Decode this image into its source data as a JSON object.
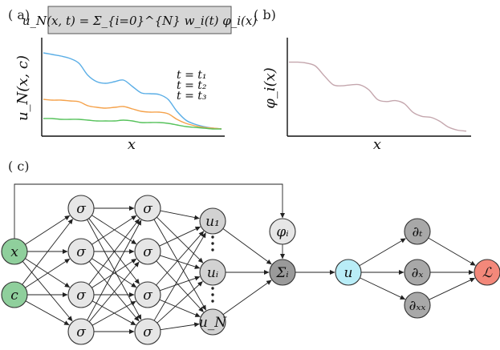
{
  "panels": {
    "a": {
      "label": "( a)",
      "formula": "u_N(x, t) = Σ_{i=0}^{N} w_i(t) φ_i(x)",
      "ylabel": "u_N(x, c)",
      "xlabel": "x",
      "legend": [
        {
          "text": "t = t₁",
          "color": "#5aaee6"
        },
        {
          "text": "t = t₂",
          "color": "#f5a24b"
        },
        {
          "text": "t = t₃",
          "color": "#56c25b"
        }
      ]
    },
    "b": {
      "label": "( b)",
      "ylabel": "φ_i(x)",
      "xlabel": "x",
      "curve_color": "#c4a6ad"
    },
    "c": {
      "label": "( c)"
    }
  },
  "chart_data": [
    {
      "type": "line",
      "xlabel": "x",
      "ylabel": "u_N(x, c)",
      "x": [
        0.0,
        0.05,
        0.1,
        0.15,
        0.2,
        0.25,
        0.3,
        0.35,
        0.4,
        0.45,
        0.5,
        0.55,
        0.6,
        0.65,
        0.7,
        0.75,
        0.8,
        0.85,
        0.9,
        0.95,
        1.0
      ],
      "series": [
        {
          "name": "t = t₁",
          "values": [
            1.0,
            0.98,
            0.96,
            0.93,
            0.87,
            0.72,
            0.64,
            0.62,
            0.64,
            0.66,
            0.58,
            0.5,
            0.49,
            0.48,
            0.42,
            0.27,
            0.16,
            0.11,
            0.08,
            0.06,
            0.05
          ]
        },
        {
          "name": "t = t₂",
          "values": [
            0.42,
            0.41,
            0.41,
            0.4,
            0.39,
            0.34,
            0.32,
            0.31,
            0.32,
            0.33,
            0.3,
            0.27,
            0.26,
            0.26,
            0.24,
            0.17,
            0.12,
            0.09,
            0.07,
            0.06,
            0.05
          ]
        },
        {
          "name": "t = t₃",
          "values": [
            0.18,
            0.18,
            0.17,
            0.17,
            0.17,
            0.16,
            0.15,
            0.15,
            0.15,
            0.16,
            0.15,
            0.13,
            0.13,
            0.13,
            0.12,
            0.1,
            0.08,
            0.07,
            0.06,
            0.05,
            0.05
          ]
        }
      ]
    },
    {
      "type": "line",
      "xlabel": "x",
      "ylabel": "φ_i(x)",
      "x": [
        0.0,
        0.05,
        0.1,
        0.15,
        0.2,
        0.25,
        0.3,
        0.35,
        0.4,
        0.45,
        0.5,
        0.55,
        0.6,
        0.65,
        0.7,
        0.75,
        0.8,
        0.85,
        0.9,
        0.95,
        1.0
      ],
      "series": [
        {
          "values": [
            0.8,
            0.8,
            0.79,
            0.76,
            0.66,
            0.57,
            0.56,
            0.57,
            0.57,
            0.52,
            0.42,
            0.4,
            0.41,
            0.38,
            0.29,
            0.25,
            0.24,
            0.2,
            0.14,
            0.11,
            0.1
          ]
        }
      ]
    }
  ],
  "network": {
    "inputs": [
      {
        "name": "x",
        "label": "x",
        "color": "#8fcf9c"
      },
      {
        "name": "c",
        "label": "c",
        "color": "#8fcf9c"
      }
    ],
    "hidden_label": "σ",
    "hidden_color": "#e6e6e6",
    "outputs": [
      "u₁",
      "uᵢ",
      "u_N"
    ],
    "output_color": "#d2d2d2",
    "basis_label": "φᵢ",
    "basis_color": "#e6e6e6",
    "sum_label": "Σᵢ",
    "sum_color": "#9a9a9a",
    "u_label": "u",
    "u_color": "#b9edf7",
    "derivatives": [
      "∂ₜ",
      "∂ₓ",
      "∂ₓₓ"
    ],
    "derivative_color": "#a8a8a8",
    "loss_label": "ℒ",
    "loss_color": "#f3887a"
  }
}
